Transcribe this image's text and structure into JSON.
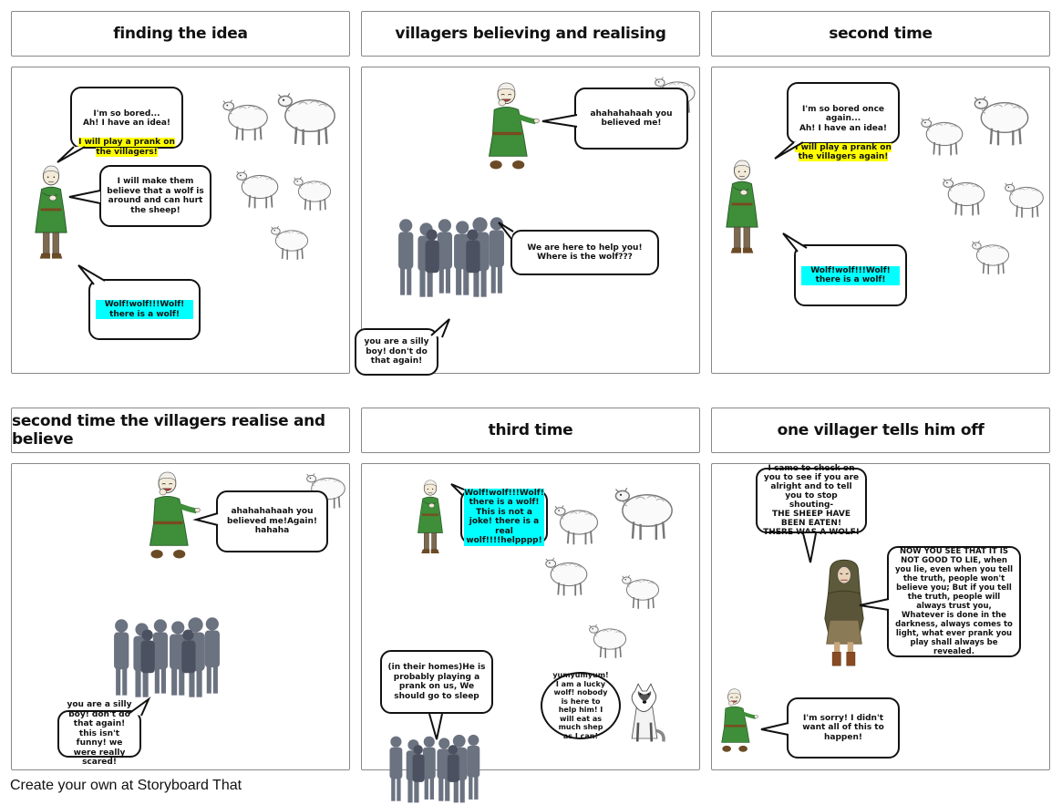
{
  "panels": [
    {
      "title": "finding the idea"
    },
    {
      "title": "villagers believing and realising"
    },
    {
      "title": "second time"
    },
    {
      "title": "second time the villagers realise and believe"
    },
    {
      "title": "third time"
    },
    {
      "title": "one villager tells him off"
    }
  ],
  "p1": {
    "b1_plain": "I'm so bored...\nAh! I have an idea!",
    "b1_hl": "I will play a prank on the villagers!",
    "b2": "I will make them believe that a wolf is around and can hurt the sheep!",
    "b3": "Wolf!wolf!!!Wolf! there is a wolf!"
  },
  "p2": {
    "b1": "ahahahahaah you believed me!",
    "b2": "We are here to help you!\nWhere is the wolf???",
    "b3": "you are a silly boy! don't do that again!"
  },
  "p3": {
    "b1_plain": "I'm so bored once again...\nAh! I have an idea!",
    "b1_hl": "I will play a prank on the villagers again!",
    "b2": "Wolf!wolf!!!Wolf! there is a wolf!"
  },
  "p4": {
    "b1": "ahahahahaah you believed me!Again!\nhahaha",
    "b2": "you are a silly boy! don't do that again! this  isn't funny! we were really scared!"
  },
  "p5": {
    "b1": "Wolf!wolf!!!Wolf! there is a wolf! This is not a joke! there is a real wolf!!!!helpppp!",
    "b2": "(in their homes)He is probably playing a prank on us, We should go to sleep",
    "b3": "yumyumyum! I am a lucky wolf! nobody is here to help him! I will eat as much shep as I can!"
  },
  "p6": {
    "b1": "I came to check on you to see if you are alright and to tell you to stop shouting-\nTHE SHEEP HAVE BEEN EATEN!\nTHERE WAS A WOLF!",
    "b2": "NOW YOU SEE THAT IT IS NOT GOOD TO LIE, when you lie, even when you tell the truth, people won't believe you; But if you tell the truth, people will always trust you, Whatever is done in the darkness, always comes to light, what ever prank you play shall always be revealed.",
    "b3": "I'm sorry! I didn't want all of this to happen!"
  },
  "footer": "Create your own at Storyboard That",
  "colors": {
    "highlight_yellow": "#ffff00",
    "highlight_cyan": "#00ffff",
    "boy_tunic": "#3e8e3a",
    "villager_silhouette": "#6b7280"
  }
}
